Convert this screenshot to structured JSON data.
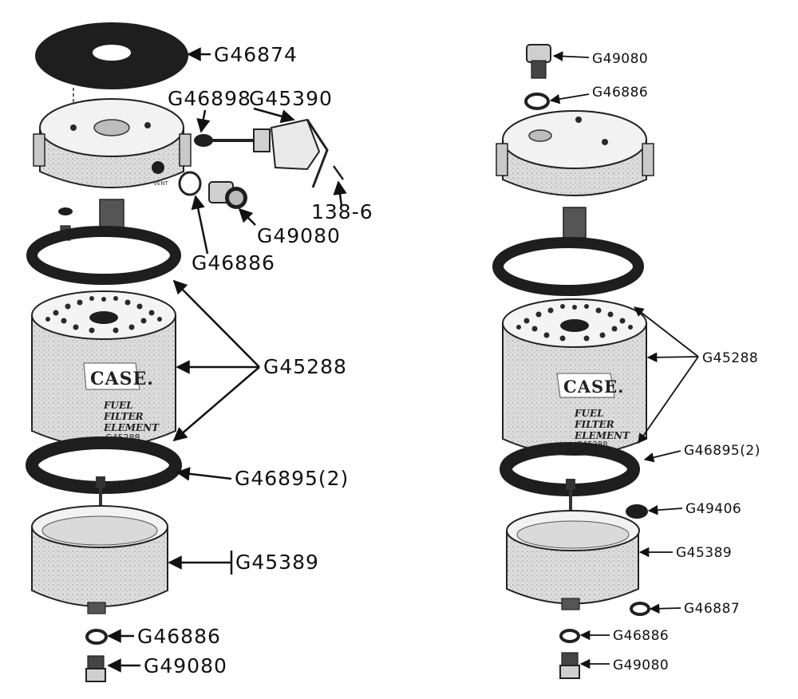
{
  "left": {
    "element": {
      "brand": "CASE.",
      "line1": "FUEL",
      "line2": "FILTER",
      "line3": "ELEMENT",
      "part": "G45288"
    },
    "labels": {
      "gasket_top": "G46874",
      "needle": "G46898",
      "valve": "G45390",
      "pin": "138-6",
      "plug_side": "G49080",
      "washer_side": "G46886",
      "element_gaskets": "G45288",
      "lower_gasket": "G46895(2)",
      "bowl": "G45389",
      "washer_bottom": "G46886",
      "plug_bottom": "G49080"
    },
    "vent_text": "VENT"
  },
  "right": {
    "element": {
      "brand": "CASE.",
      "line1": "FUEL",
      "line2": "FILTER",
      "line3": "ELEMENT",
      "part": "G45288"
    },
    "labels": {
      "plug_top": "G49080",
      "washer_top": "G46886",
      "element_gaskets": "G45288",
      "lower_gasket": "G46895(2)",
      "small_gasket": "G49406",
      "bowl": "G45389",
      "washer_side": "G46887",
      "washer_bottom": "G46886",
      "plug_bottom": "G49080"
    }
  },
  "colors": {
    "ink": "#111111",
    "metal": "#e6e6e6",
    "gasket": "#1e1e1e"
  }
}
